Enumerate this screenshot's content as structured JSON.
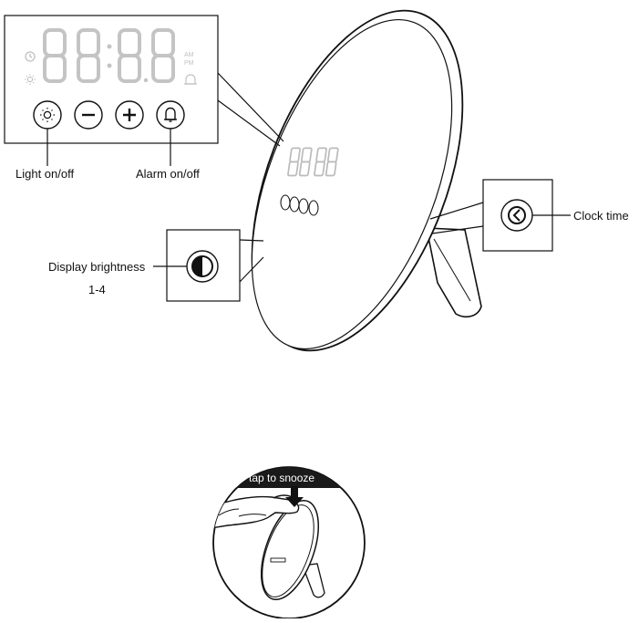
{
  "display": {
    "digits": "88:88",
    "am": "AM",
    "pm": "PM"
  },
  "labels": {
    "light": "Light on/off",
    "alarm": "Alarm on/off",
    "clock": "Clock time",
    "brightness": "Display brightness",
    "brightness_range": "1-4"
  },
  "snooze": {
    "banner": "tap to snooze"
  },
  "icons": [
    "clock-icon",
    "sun-icon",
    "minus-icon",
    "plus-icon",
    "bell-icon",
    "contrast-icon"
  ],
  "colors": {
    "line": "#111111",
    "segment": "#c8c8c8",
    "banner": "#1a1a1a"
  }
}
